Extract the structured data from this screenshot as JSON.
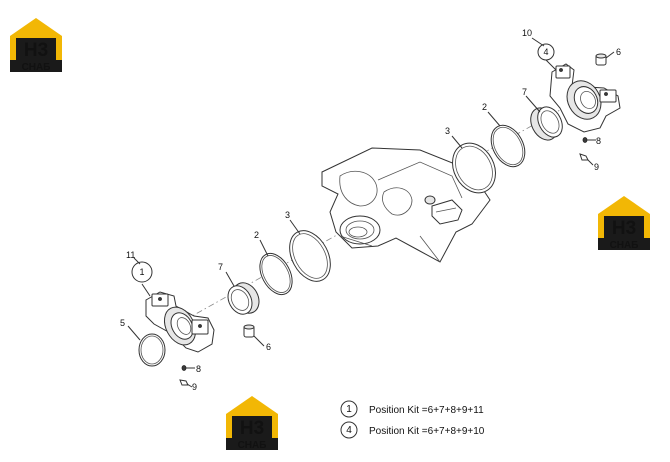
{
  "logo": {
    "mark_text": "H3",
    "brand_text": "СНАБ",
    "colors": {
      "yellow": "#f2b705",
      "black": "#1a1a1a",
      "white": "#ffffff"
    }
  },
  "callouts": {
    "c1": "1",
    "c2a": "2",
    "c2b": "2",
    "c3a": "3",
    "c3b": "3",
    "c4": "4",
    "c5": "5",
    "c6a": "6",
    "c6b": "6",
    "c7a": "7",
    "c7b": "7",
    "c8a": "8",
    "c8b": "8",
    "c9a": "9",
    "c9b": "9",
    "c10": "10",
    "c11": "11"
  },
  "legend": [
    {
      "marker": "1",
      "text": "Position Kit =6+7+8+9+11"
    },
    {
      "marker": "4",
      "text": "Position Kit =6+7+8+9+10"
    }
  ]
}
